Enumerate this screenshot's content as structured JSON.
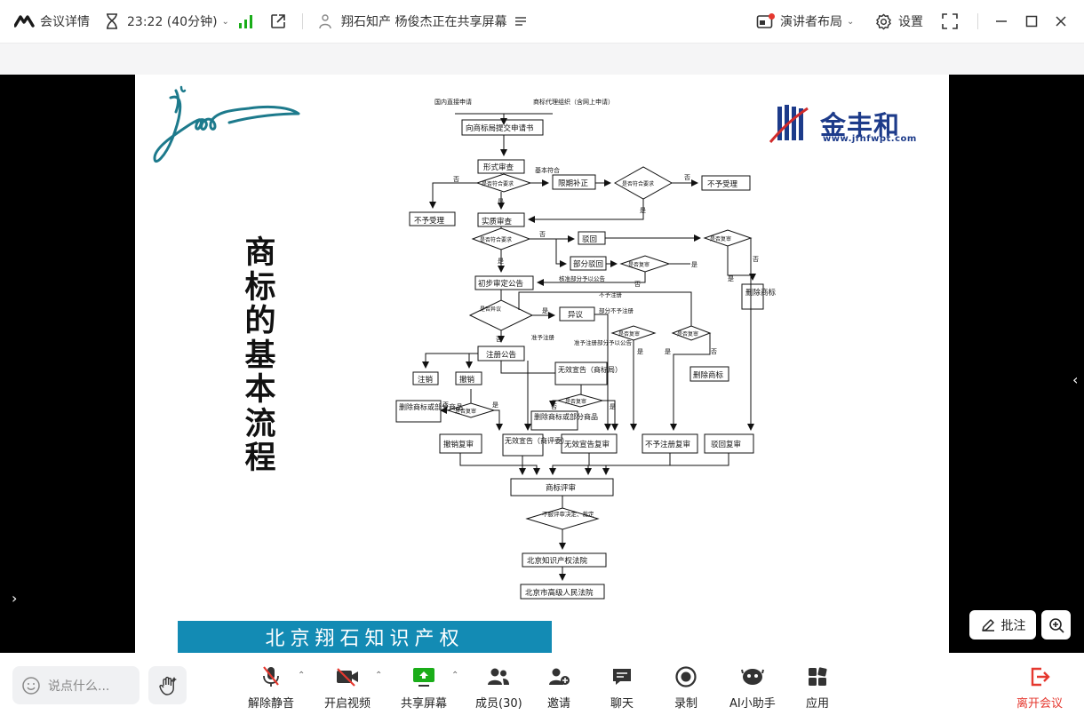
{
  "topbar": {
    "meeting_details": "会议详情",
    "time": "23:22 (40分钟)",
    "sharing_status": "翔石知产 杨俊杰正在共享屏幕",
    "layout": "演讲者布局",
    "settings": "设置"
  },
  "slide": {
    "vertical_title": [
      "商",
      "标",
      "的",
      "基",
      "本",
      "流",
      "程"
    ],
    "banner": "北京翔石知识产权",
    "logo_name": "金丰和",
    "logo_url": "www.jfhfwpt.com",
    "flow": {
      "top_left": "国内直接申请",
      "top_right": "商标代理组织（含网上申请）",
      "submit": "向商标局提交申请书",
      "formal_review": "形式审查",
      "meets_req": "是否符合要求",
      "no": "否",
      "yes": "是",
      "basic_meets": "基本符合",
      "correction": "限期补正",
      "not_accepted": "不予受理",
      "substantive_review": "实质审查",
      "reject": "驳回",
      "partial_reject": "部分驳回",
      "review_q": "是否复审",
      "prelim_announce": "初步审定公告",
      "approved_part": "核准部分予以公告",
      "opposition_q": "是否异议",
      "opposition": "异议",
      "not_registered": "不予注册",
      "partial_not": "部分不予注册",
      "approved_reg": "准予注册",
      "approve_part_reg": "准予注册部分予以公告",
      "reg_announce": "注册公告",
      "delete_mark": "删除商标",
      "cancel": "注销",
      "revoke": "撤销",
      "invalid_office": "无效宣告（商标局）",
      "delete_goods_1": "删除商标或部分商品",
      "delete_goods_2": "删除商标或部分商品",
      "revoke_review": "撤销复审",
      "invalid_board": "无效宣告（商评委）",
      "invalid_review": "无效宣告复审",
      "not_reg_review": "不予注册复审",
      "reject_review": "驳回复审",
      "board_review": "商标评审",
      "disagree": "不服评审决定、裁定",
      "ip_court": "北京知识产权法院",
      "high_court": "北京市高级人民法院"
    }
  },
  "float": {
    "annotate": "批注"
  },
  "bottombar": {
    "chat_placeholder": "说点什么...",
    "unmute": "解除静音",
    "start_video": "开启视频",
    "share_screen": "共享屏幕",
    "members": "成员(30)",
    "invite": "邀请",
    "chat": "聊天",
    "record": "录制",
    "ai_assistant": "AI小助手",
    "apps": "应用",
    "leave": "离开会议"
  },
  "colors": {
    "accent_green": "#1aad19",
    "leave_red": "#e5382f",
    "banner_blue": "#138bb4",
    "logo_blue": "#1d3b8a"
  }
}
